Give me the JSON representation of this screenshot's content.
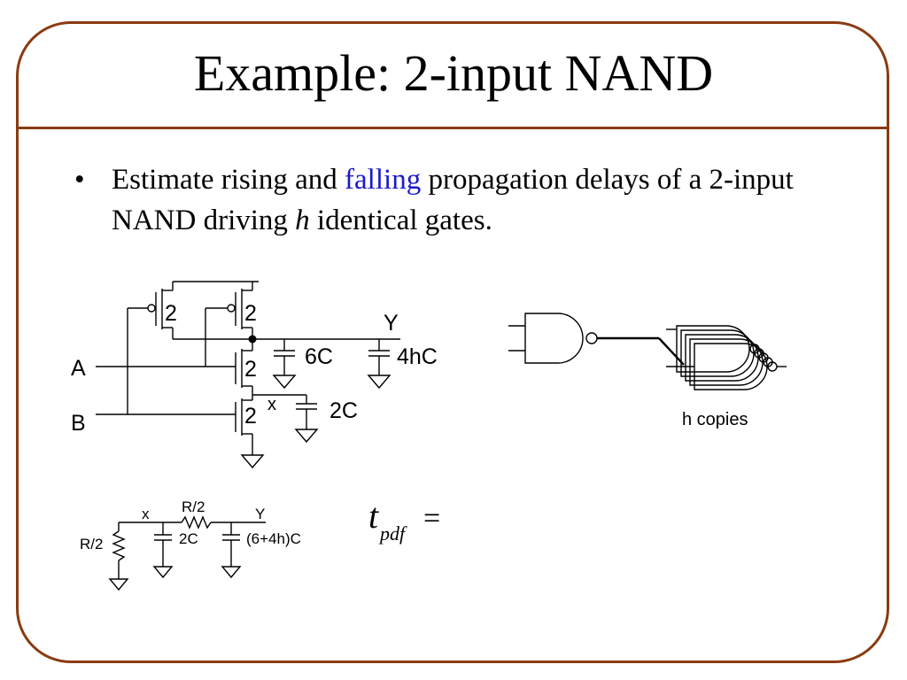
{
  "slide": {
    "title": "Example: 2-input NAND",
    "bullet": {
      "symbol": "•",
      "text_a": "Estimate rising and ",
      "text_highlight": "falling",
      "text_b": " propagation delays of a 2-input NAND driving ",
      "text_var": "h",
      "text_c": " identical gates."
    },
    "colors": {
      "border": "#8a3b12",
      "highlight": "#1a1acc"
    }
  },
  "schematic": {
    "pmos_left_size": "2",
    "pmos_right_size": "2",
    "nmos_top_size": "2",
    "nmos_bottom_size": "2",
    "output_label": "Y",
    "cap_internal": "6C",
    "cap_load": "4hC",
    "node_x_label": "x",
    "cap_x": "2C",
    "input_a": "A",
    "input_b": "B"
  },
  "gates": {
    "copies_label": "h copies"
  },
  "rc_model": {
    "r_left": "R/2",
    "r_series": "R/2",
    "node_x": "x",
    "node_y": "Y",
    "cap_x": "2C",
    "cap_y": "(6+4h)C"
  },
  "equation": {
    "t": "t",
    "sub": "pdf",
    "eq": "="
  }
}
